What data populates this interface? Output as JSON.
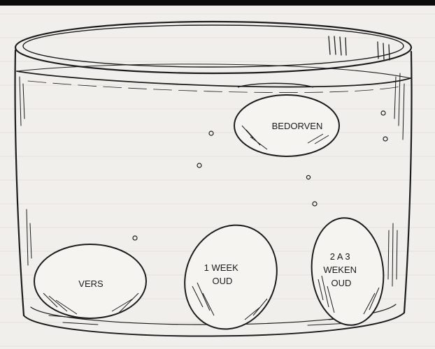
{
  "illustration": {
    "eggs": [
      {
        "id": "rotten",
        "lines": [
          "BEDORVEN"
        ]
      },
      {
        "id": "fresh",
        "lines": [
          "VERS"
        ]
      },
      {
        "id": "one-week",
        "lines": [
          "1 WEEK",
          "OUD"
        ]
      },
      {
        "id": "two-three-weeks",
        "lines": [
          "2 A 3",
          "WEKEN",
          "OUD"
        ]
      }
    ]
  }
}
